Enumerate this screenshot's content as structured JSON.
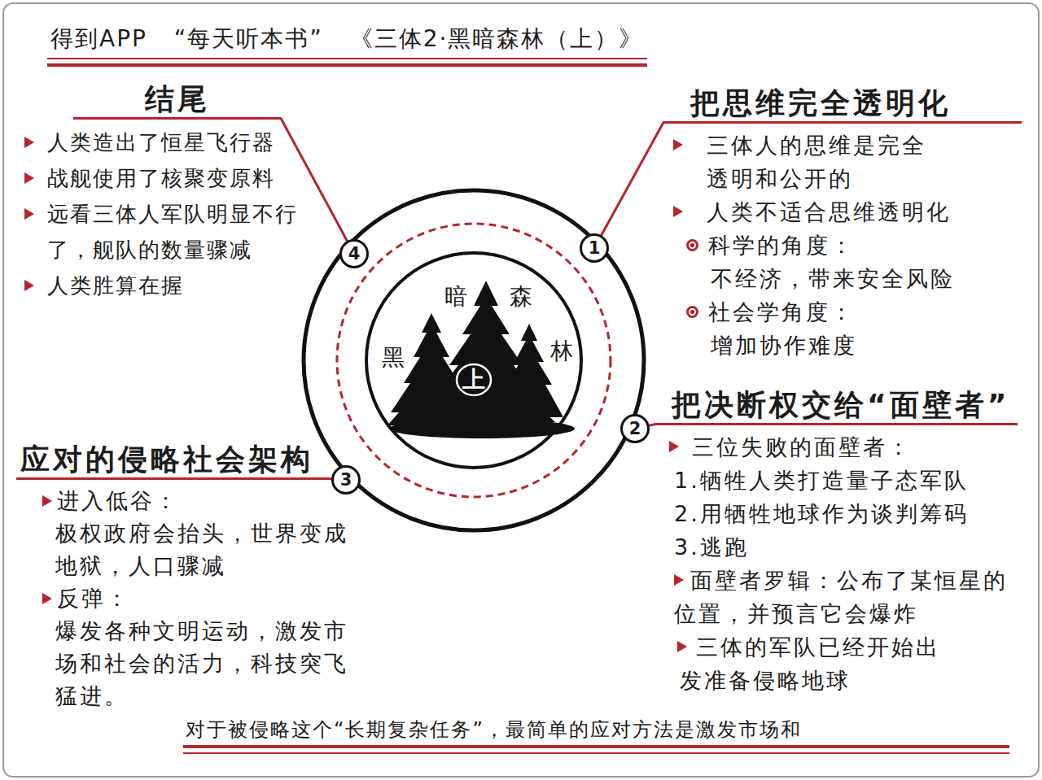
{
  "diagram": {
    "title": "得到APP “每天听本书” 《三体2·黑暗森林（上）》",
    "caption": "对于被侵略这个“长期复杂任务”，最简单的应对方法是激发市场和",
    "nodes": [
      {
        "text": [
          "黑",
          "暗",
          "森",
          "林",
          "上"
        ]
      },
      {
        "text": [
          "1"
        ],
        "in": 0
      },
      {
        "text": [
          "把思维完全透明化",
          "三体人的思维是完全透明和公开的",
          "人类不适合思维透明化",
          "科学的角度：",
          "不经济，带来安全风险",
          "社会学角度：",
          "增加协作难度"
        ]
      },
      {
        "text": [
          "2"
        ],
        "in": 0
      },
      {
        "text": [
          "把决断权交给“面壁者”",
          "三位失败的面壁者：",
          "1.牺牲人类打造量子态军队",
          "2.用牺牲地球作为谈判筹码",
          "3.逃跑",
          "面壁者罗辑：公布了某恒星的位置，并预言它会爆炸",
          "三体的军队已经开始出发准备侵略地球"
        ]
      },
      {
        "text": [
          "3"
        ],
        "in": 0
      },
      {
        "text": [
          "应对的侵略社会架构",
          "进入低谷：",
          "极权政府会抬头，世界变成地狱，人口骤减",
          "反弹：",
          "爆发各种文明运动，激发市场和社会的活力，科技突飞猛进。"
        ]
      },
      {
        "text": [
          "4"
        ],
        "in": 0
      },
      {
        "text": [
          "结尾",
          "人类造出了恒星飞行器",
          "战舰使用了核聚变原料",
          "远看三体人军队明显不行了，舰队的数量骤减",
          "人类胜算在握"
        ]
      }
    ],
    "edges": [
      {
        "from": 1,
        "to": 2,
        "arrow": "none"
      },
      {
        "from": 3,
        "to": 4,
        "arrow": "none"
      },
      {
        "from": 5,
        "to": 6,
        "arrow": "none"
      },
      {
        "from": 7,
        "to": 8,
        "arrow": "none"
      }
    ]
  }
}
